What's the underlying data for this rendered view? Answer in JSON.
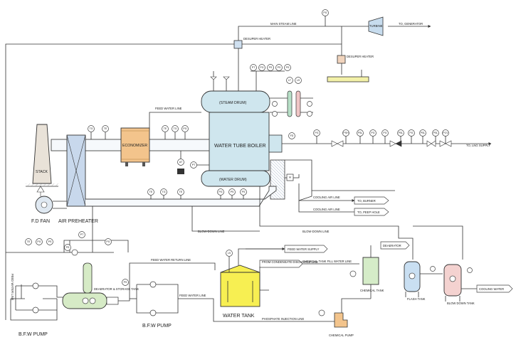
{
  "labels": {
    "main_steam_line": "MAIN STEAM LINE",
    "turbine": "TURBINE",
    "to_generator": "TO, GENERATOR",
    "desuper_heater_1": "DESUPER HEATER",
    "desuper_heater_2": "DESUPER HEATER",
    "steam_drum": "(STEAM DRUM)",
    "water_tube_boiler": "WATER TUBE BOILER",
    "water_drum": "(WATER DRUM)",
    "feed_water_line": "FEED WATER LINE",
    "economizer": "ECONOMIZER",
    "stack": "STACK",
    "fd_fan": "F.D FAN",
    "air_preheater": "AIR PREHEATER",
    "to_lng_supply": "TO, LNG SUPPLY",
    "cooling_air_line_1": "COOLING AIR LINE",
    "to_burner": "TO, BURNER",
    "cooling_air_line_2": "COOLING AIR LINE",
    "to_peep_hole": "TO, PEEP HOLE",
    "blow_down_line_1": "BLOW-DOWN LINE",
    "blow_down_line_2": "BLOW-DOWN LINE",
    "feed_water_supply": "FEED WATER SUPPLY",
    "deaerator": "DEAERATOR",
    "feed_water_return_line": "FEED WATER RETURN LINE",
    "from_condensate": "FROM CONDENSATE DISCHARGE LINE",
    "chemical_tank_fill": "CHEMICAL TANK FILL WATER LINE",
    "chemical_tank": "CHEMICAL TANK",
    "flash_tank": "FLASH TANK",
    "blow_down_tank": "BLOW DOWN TANK",
    "cooling_water": "COOLING WATER",
    "deaerator_storage": "DEAERATOR & STORAGE TANK",
    "feed_water_line_2": "FEED WATER LINE",
    "water_tank": "WATER TANK",
    "phosphate_injection": "PHOSPHATE INJECTION LINE",
    "chemical_pump": "CHEMICAL PUMP",
    "bfw_pump_1": "B.F.W PUMP",
    "bfw_pump_2": "B.F.W PUMP",
    "feed_water_line_vertical": "FEED WATER LINE"
  },
  "instruments": {
    "pg_top": "PG",
    "steam_drum": [
      "PT",
      "PG",
      "PS",
      "PS",
      "PS"
    ],
    "level": [
      "LT",
      "LS"
    ],
    "economizer_in": [
      "TG",
      "TE"
    ],
    "economizer_out": [
      "TE",
      "TG",
      "PG"
    ],
    "at": "AT",
    "pt_boiler": "PT",
    "fd_burner": "FD",
    "fuel_line": [
      "PG",
      "PSH",
      "PSL",
      "PG",
      "PG",
      "PSL",
      "PG",
      "PSL",
      "PSL",
      "PCV"
    ],
    "air_line_left": [
      "TE",
      "TG",
      "TE"
    ],
    "air_line_right": [
      "PG",
      "PS",
      "PS"
    ],
    "m": "M",
    "blow_top": [
      "TE",
      "PG",
      "PS"
    ],
    "bfw_group": [
      "PT",
      "PS",
      "PG"
    ],
    "ls_tank": "LS",
    "ps_mid": "PS"
  },
  "colors": {
    "drum": "#cfe6ee",
    "economizer": "#f3c48c",
    "desuper": "#cfe0f0",
    "water_tank": "#f7ef52",
    "chemical_tank": "#d5ecc8",
    "flash_tank": "#c9dff2",
    "blow_down_tank": "#f4d2d0",
    "deaerator": "#d6ebc6",
    "air_preheater": "#c8d8ec",
    "stack": "#e9e2d8"
  }
}
